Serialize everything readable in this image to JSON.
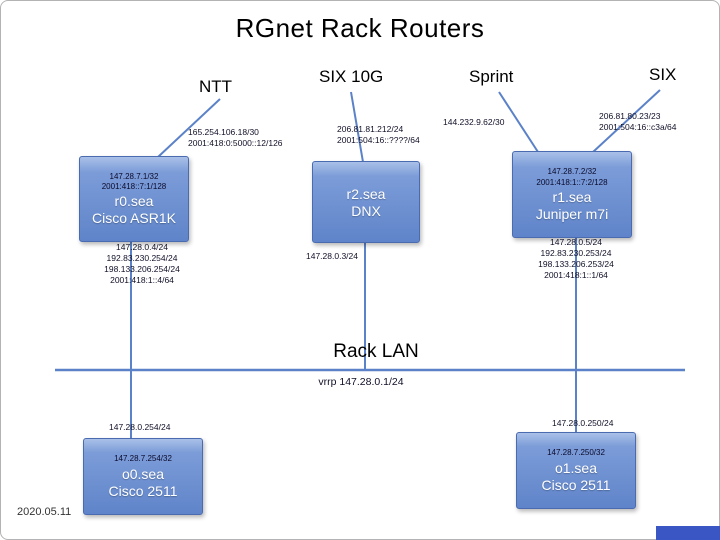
{
  "title": "RGnet Rack Routers",
  "date": "2020.05.11",
  "colors": {
    "wire": "#5b82c8",
    "node_border": "#4a6bb0",
    "node_fill_top": "#a9c0e8",
    "node_fill_bottom": "#5f84c9"
  },
  "uplinks": [
    {
      "label": "NTT",
      "ips": [
        "165.254.106.18/30",
        "2001:418:0:5000::12/126"
      ]
    },
    {
      "label": "SIX 10G",
      "ips": [
        "206.81.81.212/24",
        "2001:504:16::????/64"
      ]
    },
    {
      "label": "Sprint",
      "ips": [
        "144.232.9.62/30"
      ]
    },
    {
      "label": "SIX",
      "ips": [
        "206.81.80.23/23",
        "2001:504:16::c3a/64"
      ]
    }
  ],
  "routers": [
    {
      "name": "r0.sea",
      "model": "Cisco ASR1K",
      "loopbacks": [
        "147.28.7.1/32",
        "2001:418::7:1/128"
      ],
      "lan_ips": [
        "147.28.0.4/24",
        "192.83.230.254/24",
        "198.133.206.254/24",
        "2001:418:1::4/64"
      ]
    },
    {
      "name": "r2.sea",
      "model": "DNX",
      "loopbacks": [],
      "lan_ips": [
        "147.28.0.3/24"
      ]
    },
    {
      "name": "r1.sea",
      "model": "Juniper m7i",
      "loopbacks": [
        "147.28.7.2/32",
        "2001:418:1::7:2/128"
      ],
      "lan_ips": [
        "147.28.0.5/24",
        "192.83.230.253/24",
        "198.133.206.253/24",
        "2001:418:1::1/64"
      ]
    }
  ],
  "lan": {
    "label": "Rack LAN",
    "vrrp": "vrrp 147.28.0.1/24"
  },
  "consoles": [
    {
      "name": "o0.sea",
      "model": "Cisco 2511",
      "loopback": "147.28.7.254/32",
      "lan_ip": "147.28.0.254/24"
    },
    {
      "name": "o1.sea",
      "model": "Cisco 2511",
      "loopback": "147.28.7.250/32",
      "lan_ip": "147.28.0.250/24"
    }
  ]
}
